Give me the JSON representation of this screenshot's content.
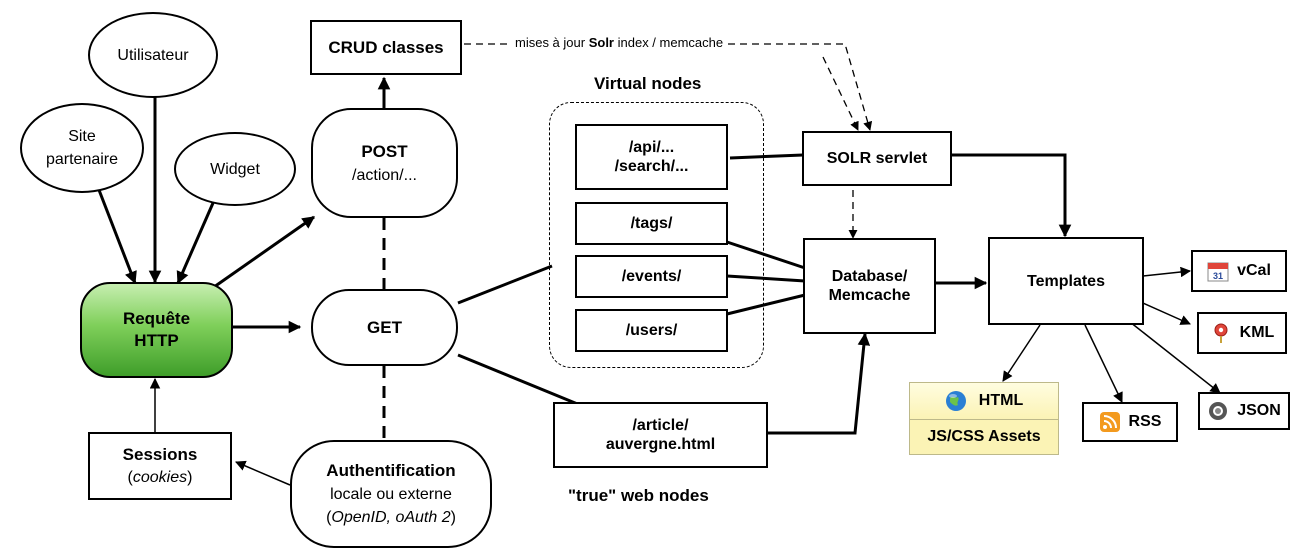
{
  "nodes": {
    "utilisateur": "Utilisateur",
    "site_partenaire_1": "Site",
    "site_partenaire_2": "partenaire",
    "widget": "Widget",
    "requete_1": "Requête",
    "requete_2": "HTTP",
    "sessions_1": "Sessions",
    "sessions_2_open": "(",
    "sessions_2_em": "cookies",
    "sessions_2_close": ")",
    "crud": "CRUD classes",
    "post_1": "POST",
    "post_2": "/action/...",
    "get": "GET",
    "auth_1": "Authentification",
    "auth_2": "locale ou externe",
    "auth_3_open": "(",
    "auth_3_em": "OpenID, oAuth 2",
    "auth_3_close": ")",
    "api_1": "/api/...",
    "api_2": "/search/...",
    "tags": "/tags/",
    "events": "/events/",
    "users": "/users/",
    "article_1": "/article/",
    "article_2": "auvergne.html",
    "solr": "SOLR servlet",
    "db_1": "Database/",
    "db_2": "Memcache",
    "templates": "Templates"
  },
  "labels": {
    "virtual_nodes": "Virtual nodes",
    "true_web_nodes": "\"true\" web nodes",
    "solr_update_pre": "mises à jour ",
    "solr_update_bold": "Solr",
    "solr_update_post": " index / memcache"
  },
  "outputs": {
    "vcal": "vCal",
    "vcal_day": "31",
    "kml": "KML",
    "json": "JSON",
    "rss": "RSS",
    "html": "HTML",
    "assets": "JS/CSS Assets"
  },
  "colors": {
    "requete_green": "#5cb83e",
    "assets_yellow": "#fbf3b5",
    "rss_orange": "#f39a1e",
    "kml_red": "#e0453a",
    "globe_blue": "#2a7fd4"
  },
  "icons": {
    "vcal": "calendar-icon",
    "kml": "map-pin-icon",
    "json": "json-ring-icon",
    "rss": "rss-feed-icon",
    "html": "globe-icon"
  }
}
